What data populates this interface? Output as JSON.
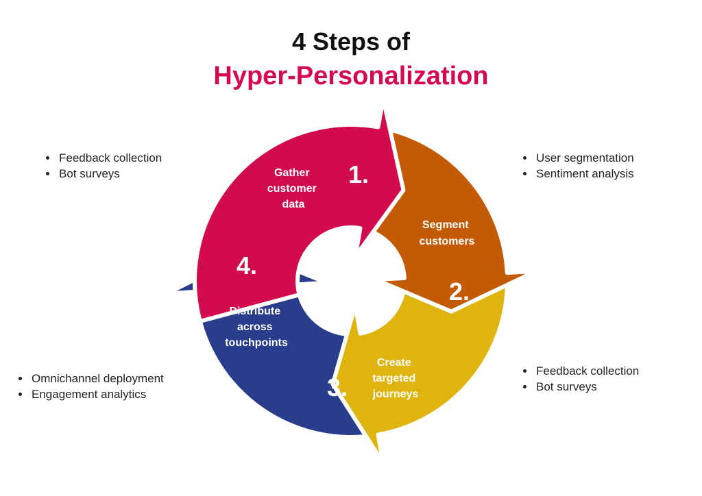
{
  "title": {
    "line1": "4 Steps of",
    "line2": "Hyper-Personalization"
  },
  "colors": {
    "title_accent": "#d40a4f",
    "step1": "#d20b4d",
    "step2": "#c35a05",
    "step3": "#e0b40e",
    "step4": "#2a3d8c"
  },
  "steps": [
    {
      "number": "1.",
      "label": [
        "Gather",
        "customer",
        "data"
      ]
    },
    {
      "number": "2.",
      "label": [
        "Segment",
        "customers"
      ]
    },
    {
      "number": "3.",
      "label": [
        "Create",
        "targeted",
        "journeys"
      ]
    },
    {
      "number": "4.",
      "label": [
        "Distribute",
        "across",
        "touchpoints"
      ]
    }
  ],
  "notes": {
    "step1": [
      "Feedback collection",
      "Bot surveys"
    ],
    "step2": [
      "User segmentation",
      "Sentiment analysis"
    ],
    "step3": [
      "Feedback collection",
      "Bot surveys"
    ],
    "step4": [
      "Omnichannel deployment",
      "Engagement analytics"
    ]
  }
}
